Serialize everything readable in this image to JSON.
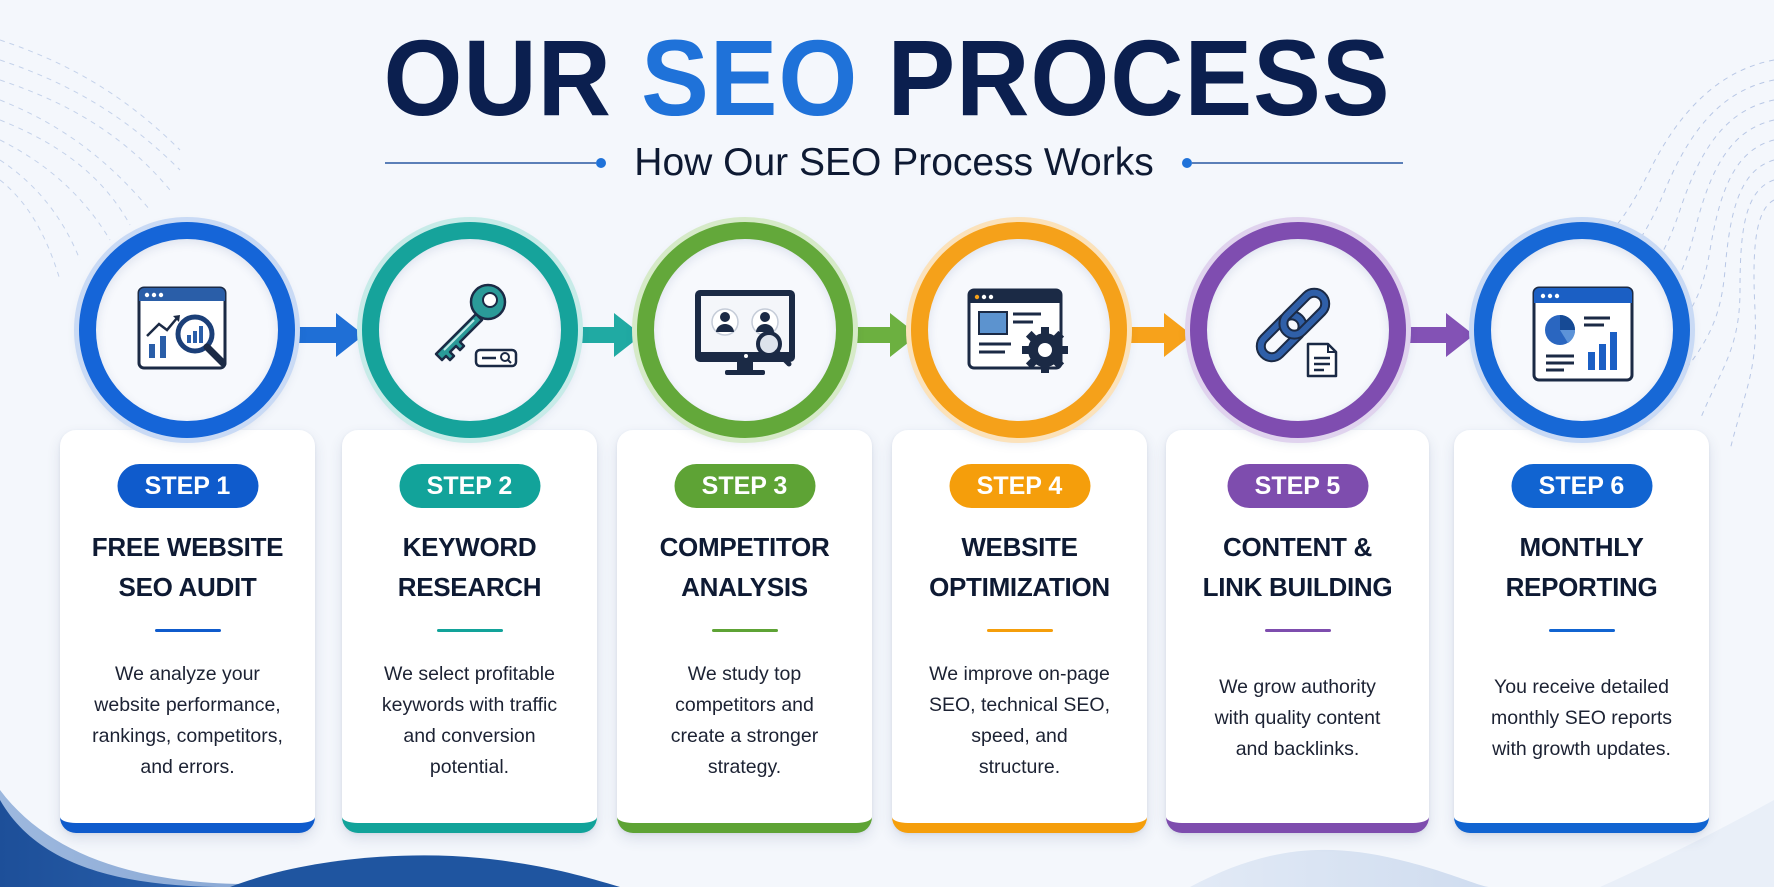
{
  "header": {
    "title_part1": "OUR",
    "title_accent": "SEO",
    "title_part2": "PROCESS",
    "subtitle": "How Our SEO Process Works"
  },
  "colors": {
    "navy": "#0b1f4f",
    "accent_blue": "#1f72d9",
    "step1": "#0f5bcc",
    "step2": "#12a39a",
    "step3": "#5ea335",
    "step4": "#f59e0b",
    "step5": "#7e4dae",
    "step6": "#1164d1"
  },
  "steps": [
    {
      "badge": "STEP 1",
      "title_lines": [
        "FREE WEBSITE",
        "SEO AUDIT"
      ],
      "desc_lines": [
        "We analyze your",
        "website performance,",
        "rankings, competitors,",
        "and errors."
      ],
      "icon": "website-audit-magnifier-icon"
    },
    {
      "badge": "STEP 2",
      "title_lines": [
        "KEYWORD",
        "RESEARCH"
      ],
      "desc_lines": [
        "We select profitable",
        "keywords with traffic",
        "and conversion",
        "potential."
      ],
      "icon": "key-search-icon"
    },
    {
      "badge": "STEP 3",
      "title_lines": [
        "COMPETITOR",
        "ANALYSIS"
      ],
      "desc_lines": [
        "We study top",
        "competitors and",
        "create a stronger",
        "strategy."
      ],
      "icon": "monitor-users-magnifier-icon"
    },
    {
      "badge": "STEP 4",
      "title_lines": [
        "WEBSITE",
        "OPTIMIZATION"
      ],
      "desc_lines": [
        "We improve on-page",
        "SEO, technical SEO,",
        "speed, and",
        "structure."
      ],
      "icon": "webpage-gear-icon"
    },
    {
      "badge": "STEP 5",
      "title_lines": [
        "CONTENT &",
        "LINK BUILDING"
      ],
      "desc_lines": [
        "We grow authority",
        "with quality content",
        "and backlinks."
      ],
      "icon": "chain-link-document-icon"
    },
    {
      "badge": "STEP 6",
      "title_lines": [
        "MONTHLY",
        "REPORTING"
      ],
      "desc_lines": [
        "You receive detailed",
        "monthly SEO reports",
        "with growth updates."
      ],
      "icon": "report-dashboard-icon"
    }
  ]
}
